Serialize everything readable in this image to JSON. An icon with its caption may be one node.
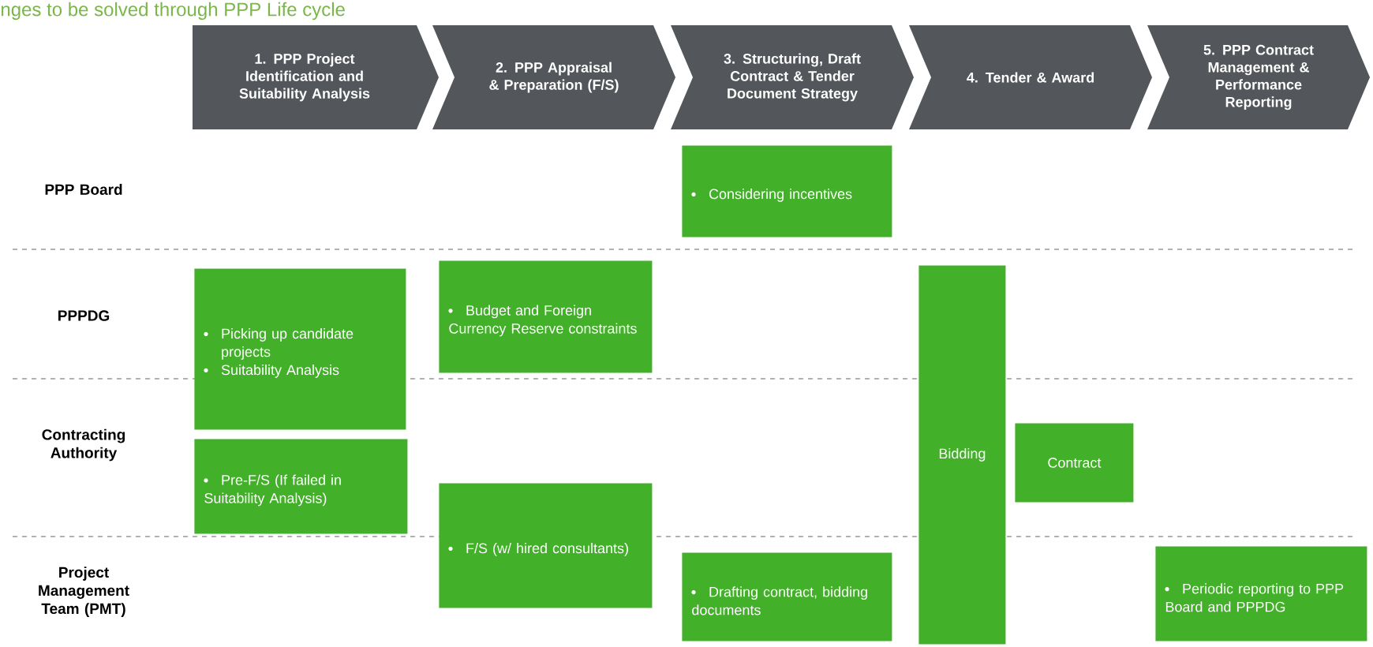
{
  "diagram": {
    "title": "nges to be solved through PPP Life cycle",
    "nodes": [
      {
        "text": [
          "1. PPP Project Identification and Suitability Analysis"
        ]
      },
      {
        "text": [
          "2. PPP Appraisal & Preparation (F/S)"
        ]
      },
      {
        "text": [
          "3. Structuring, Draft Contract & Tender Document Strategy"
        ]
      },
      {
        "text": [
          "4. Tender & Award"
        ]
      },
      {
        "text": [
          "5. PPP Contract Management & Performance Reporting"
        ]
      },
      {
        "text": [
          "Considering incentives"
        ]
      },
      {
        "text": [
          "Picking up candidate projects",
          "Suitability Analysis"
        ]
      },
      {
        "text": [
          "Budget and Foreign Currency Reserve constraints"
        ]
      },
      {
        "text": [
          "Pre-F/S (If failed in Suitability Analysis)"
        ]
      },
      {
        "text": [
          "F/S (w/ hired consultants)"
        ]
      },
      {
        "text": [
          "Bidding"
        ]
      },
      {
        "text": [
          "Contract"
        ]
      },
      {
        "text": [
          "Drafting contract, bidding documents"
        ]
      },
      {
        "text": [
          "Periodic reporting to PPP Board and PPPDG"
        ]
      }
    ],
    "labels": [
      "PPP Board",
      "PPPDG",
      "Contracting Authority",
      "Project Management Team (PMT)"
    ]
  }
}
